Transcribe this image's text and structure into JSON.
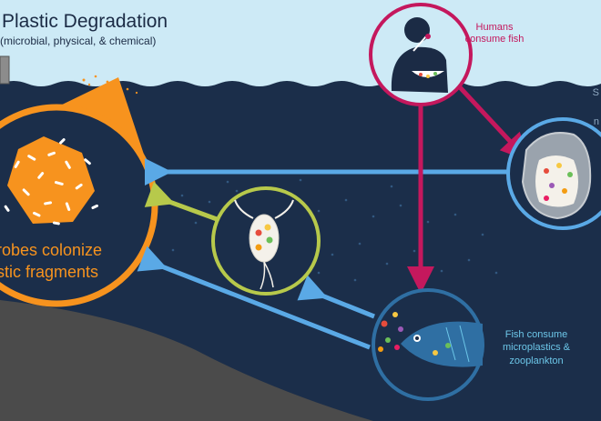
{
  "title": "Plastic Degradation",
  "subtitle": "(microbial, physical, & chemical)",
  "labels": {
    "humans": "Humans consume fish",
    "microbes": [
      "robes colonize",
      "stic fragments"
    ],
    "fish": "Fish consume microplastics & zooplankton",
    "edge_top": "S",
    "edge_mid": "n"
  },
  "colors": {
    "sky": "#cdeaf6",
    "water": "#1b2e4a",
    "seafloor": "#4b4b4b",
    "orange": "#f7931e",
    "magenta": "#c4185d",
    "light_blue": "#5aa9e6",
    "lime": "#b7c94b",
    "fish_blue": "#2f6fa3"
  },
  "icons": [
    "human-eating-icon",
    "oyster-icon",
    "zooplankton-icon",
    "fish-icon",
    "microbe-cluster-icon"
  ]
}
